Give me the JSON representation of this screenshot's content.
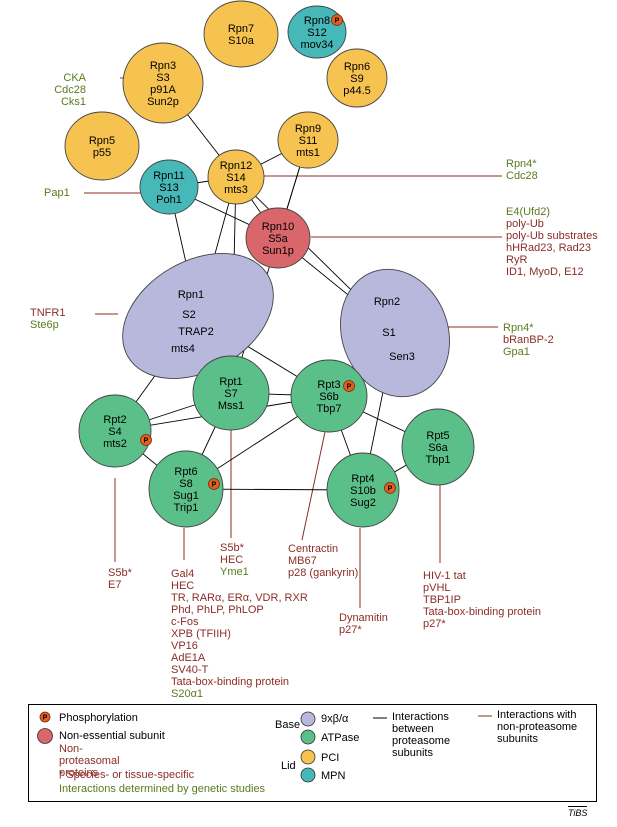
{
  "colors": {
    "lid_pci": "#f7c350",
    "mpn": "#47b8b8",
    "atpase": "#5bbf8a",
    "base_ring": "#b7b8dc",
    "non_essential": "#d9666a",
    "phospho": "#e35f1c",
    "genetic_text": "#5c7a1e",
    "non_proteasomal_text": "#8b2d26"
  },
  "nodes": {
    "rpn7": {
      "lines": [
        "Rpn7",
        "S10a"
      ],
      "category": "PCI"
    },
    "rpn8": {
      "lines": [
        "Rpn8",
        "S12",
        "mov34"
      ],
      "category": "MPN",
      "phosphorylation": true
    },
    "rpn3": {
      "lines": [
        "Rpn3",
        "S3",
        "p91A",
        "Sun2p"
      ],
      "category": "PCI"
    },
    "rpn6": {
      "lines": [
        "Rpn6",
        "S9",
        "p44.5"
      ],
      "category": "PCI"
    },
    "rpn5": {
      "lines": [
        "Rpn5",
        "p55"
      ],
      "category": "PCI"
    },
    "rpn9": {
      "lines": [
        "Rpn9",
        "S11",
        "mts1"
      ],
      "category": "PCI"
    },
    "rpn11": {
      "lines": [
        "Rpn11",
        "S13",
        "Poh1"
      ],
      "category": "MPN"
    },
    "rpn12": {
      "lines": [
        "Rpn12",
        "S14",
        "mts3"
      ],
      "category": "PCI"
    },
    "rpn10": {
      "lines": [
        "Rpn10",
        "S5a",
        "Sun1p"
      ],
      "category": "Non-essential"
    },
    "rpn1": {
      "lines": [
        "Rpn1",
        "S2",
        "TRAP2",
        "mts4"
      ],
      "category": "9xβ/α"
    },
    "rpn2": {
      "lines": [
        "Rpn2",
        "S1",
        "Sen3"
      ],
      "category": "9xβ/α"
    },
    "rpt1": {
      "lines": [
        "Rpt1",
        "S7",
        "Mss1"
      ],
      "category": "ATPase"
    },
    "rpt3": {
      "lines": [
        "Rpt3",
        "S6b",
        "Tbp7"
      ],
      "category": "ATPase",
      "phosphorylation": true
    },
    "rpt2": {
      "lines": [
        "Rpt2",
        "S4",
        "mts2"
      ],
      "category": "ATPase",
      "phosphorylation": true
    },
    "rpt5": {
      "lines": [
        "Rpt5",
        "S6a",
        "Tbp1"
      ],
      "category": "ATPase"
    },
    "rpt6": {
      "lines": [
        "Rpt6",
        "S8",
        "Sug1",
        "Trip1"
      ],
      "category": "ATPase",
      "phosphorylation": true
    },
    "rpt4": {
      "lines": [
        "Rpt4",
        "S10b",
        "Sug2"
      ],
      "category": "ATPase",
      "phosphorylation": true
    }
  },
  "phospho_badge": "P",
  "edges": [
    [
      "rpn3",
      "rpn12"
    ],
    [
      "rpn11",
      "rpn12"
    ],
    [
      "rpn9",
      "rpn12"
    ],
    [
      "rpn12",
      "rpn10"
    ],
    [
      "rpn11",
      "rpn10"
    ],
    [
      "rpn9",
      "rpn10"
    ],
    [
      "rpn11",
      "rpn1"
    ],
    [
      "rpn12",
      "rpn1"
    ],
    [
      "rpn12",
      "rpt1"
    ],
    [
      "rpn9",
      "rpt1"
    ],
    [
      "rpn12",
      "rpn2"
    ],
    [
      "rpn10",
      "rpn2"
    ],
    [
      "rpn1",
      "rpt2"
    ],
    [
      "rpn1",
      "rpt1"
    ],
    [
      "rpn1",
      "rpt3"
    ],
    [
      "rpn2",
      "rpt4"
    ],
    [
      "rpt1",
      "rpt2"
    ],
    [
      "rpt1",
      "rpt3"
    ],
    [
      "rpt2",
      "rpt3"
    ],
    [
      "rpt3",
      "rpt6"
    ],
    [
      "rpt3",
      "rpt4"
    ],
    [
      "rpt3",
      "rpt5"
    ],
    [
      "rpt4",
      "rpt5"
    ],
    [
      "rpt6",
      "rpt4"
    ],
    [
      "rpt2",
      "rpt6"
    ],
    [
      "rpt1",
      "rpt6"
    ]
  ],
  "interactors": {
    "rpn3_left": [
      {
        "text": "CKA",
        "type": "genetic"
      },
      {
        "text": "Cdc28",
        "type": "genetic"
      },
      {
        "text": "Cks1",
        "type": "genetic"
      }
    ],
    "rpn11_left": [
      {
        "text": "Pap1",
        "type": "genetic"
      }
    ],
    "rpn12_right": [
      {
        "text": "Rpn4*",
        "type": "genetic"
      },
      {
        "text": "Cdc28",
        "type": "genetic"
      }
    ],
    "rpn10_right": [
      {
        "text": "E4(Ufd2)",
        "type": "genetic"
      },
      {
        "text": "poly-Ub",
        "type": "non-proteasomal"
      },
      {
        "text": "poly-Ub substrates",
        "type": "non-proteasomal"
      },
      {
        "text": "hHRad23, Rad23",
        "type": "non-proteasomal"
      },
      {
        "text": "RyR",
        "type": "non-proteasomal"
      },
      {
        "text": "ID1, MyoD, E12",
        "type": "non-proteasomal"
      }
    ],
    "rpn1_left": [
      {
        "text": "TNFR1",
        "type": "non-proteasomal"
      },
      {
        "text": "Ste6p",
        "type": "genetic"
      }
    ],
    "rpn2_right": [
      {
        "text": "Rpn4*",
        "type": "genetic"
      },
      {
        "text": "bRanBP-2",
        "type": "non-proteasomal"
      },
      {
        "text": "Gpa1",
        "type": "genetic"
      }
    ],
    "rpt2_below": [
      {
        "text": "S5b*",
        "type": "non-proteasomal"
      },
      {
        "text": "E7",
        "type": "non-proteasomal"
      }
    ],
    "rpt1_below": [
      {
        "text": "S5b*",
        "type": "non-proteasomal"
      },
      {
        "text": "HEC",
        "type": "non-proteasomal"
      },
      {
        "text": "Yme1",
        "type": "genetic"
      }
    ],
    "rpt3_below": [
      {
        "text": "Centractin",
        "type": "non-proteasomal"
      },
      {
        "text": "MB67",
        "type": "non-proteasomal"
      },
      {
        "text": "p28 (gankyrin)",
        "type": "non-proteasomal"
      }
    ],
    "rpt6_below": [
      {
        "text": "Gal4",
        "type": "non-proteasomal"
      },
      {
        "text": "HEC",
        "type": "non-proteasomal"
      },
      {
        "text": "TR, RARα, ERα, VDR, RXR",
        "type": "non-proteasomal"
      },
      {
        "text": "Phd, PhLP, PhLOP",
        "type": "non-proteasomal"
      },
      {
        "text": "c-Fos",
        "type": "non-proteasomal"
      },
      {
        "text": "XPB (TFIIH)",
        "type": "non-proteasomal"
      },
      {
        "text": "VP16",
        "type": "non-proteasomal"
      },
      {
        "text": "AdE1A",
        "type": "non-proteasomal"
      },
      {
        "text": "SV40-T",
        "type": "non-proteasomal"
      },
      {
        "text": "Tata-box-binding protein",
        "type": "non-proteasomal"
      },
      {
        "text": "S20α1",
        "type": "genetic"
      }
    ],
    "rpt4_below": [
      {
        "text": "Dynamitin",
        "type": "non-proteasomal"
      },
      {
        "text": "p27*",
        "type": "non-proteasomal"
      }
    ],
    "rpt5_below": [
      {
        "text": "HIV-1 tat",
        "type": "non-proteasomal"
      },
      {
        "text": "pVHL",
        "type": "non-proteasomal"
      },
      {
        "text": "TBP1IP",
        "type": "non-proteasomal"
      },
      {
        "text": "Tata-box-binding protein",
        "type": "non-proteasomal"
      },
      {
        "text": "p27*",
        "type": "non-proteasomal"
      }
    ]
  },
  "legend": {
    "phosphorylation": "Phosphorylation",
    "non_essential": "Non-essential subunit",
    "non_proteasomal": "Non-proteasomal proteins",
    "species_specific": "* Species- or tissue-specific",
    "genetic": "Interactions determined by genetic studies",
    "base_group": "Base",
    "base_ring": "9xβ/α",
    "atpase": "ATPase",
    "lid_group": "Lid",
    "pci": "PCI",
    "mpn": "MPN",
    "between": "Interactions between proteasome subunits",
    "with_non": "Interactions with non-proteasome subunits"
  },
  "credit": "TiBS"
}
